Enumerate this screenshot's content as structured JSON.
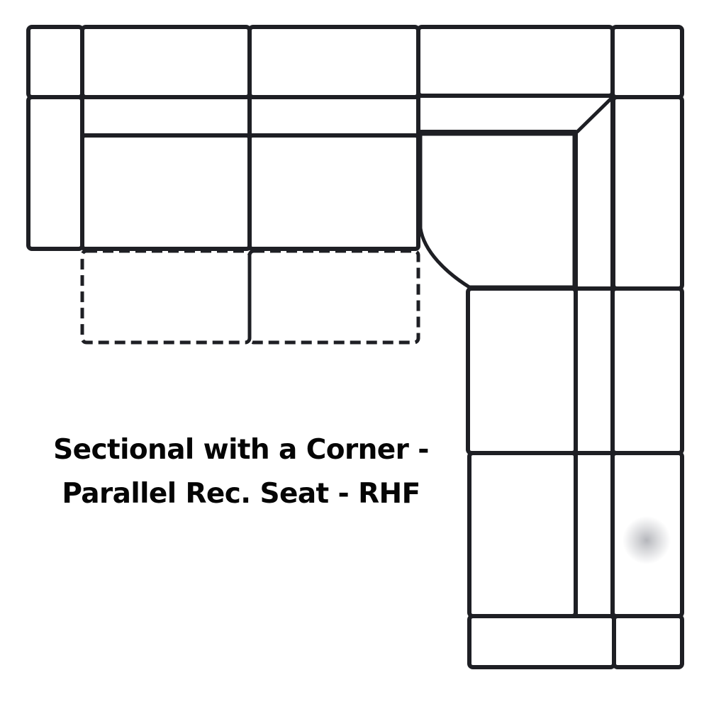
{
  "caption": {
    "line1": "Sectional with a Corner -",
    "line2": "Parallel Rec. Seat - RHF"
  },
  "colors": {
    "outline": "#1e1f24",
    "arm_back_light": "#a2a4ab",
    "back_band_dark": "#515257",
    "seat_white": "#ffffff",
    "arrow": "#ffffff",
    "background": "#ffffff"
  },
  "diagram": {
    "type": "sectional-sofa-floorplan",
    "configuration": "L-shaped, right-hand facing",
    "icons": {
      "recliner_arrow_1": "arrow-up-icon",
      "recliner_arrow_2": "arrow-up-icon"
    },
    "pieces": [
      {
        "name": "left-arm-top-corner",
        "fill": "white"
      },
      {
        "name": "left-arm",
        "fill": "light"
      },
      {
        "name": "recliner-seat-1",
        "back": "light",
        "band": "dark",
        "seat": "white",
        "arrow": "up",
        "extended_footrest": "dashed"
      },
      {
        "name": "recliner-seat-2",
        "back": "light",
        "band": "dark",
        "seat": "white",
        "arrow": "up",
        "extended_footrest": "dashed"
      },
      {
        "name": "corner-wedge",
        "back": "light",
        "band": "dark",
        "seat": "white"
      },
      {
        "name": "top-right-corner-block",
        "fill": "white"
      },
      {
        "name": "right-back-upper",
        "fill": "light"
      },
      {
        "name": "right-seat-1",
        "back": "light",
        "band": "dark",
        "seat": "white"
      },
      {
        "name": "right-seat-2",
        "back": "light",
        "band": "dark",
        "seat": "white"
      },
      {
        "name": "bottom-arm",
        "fill": "light"
      },
      {
        "name": "bottom-right-corner-block",
        "fill": "white"
      }
    ]
  }
}
